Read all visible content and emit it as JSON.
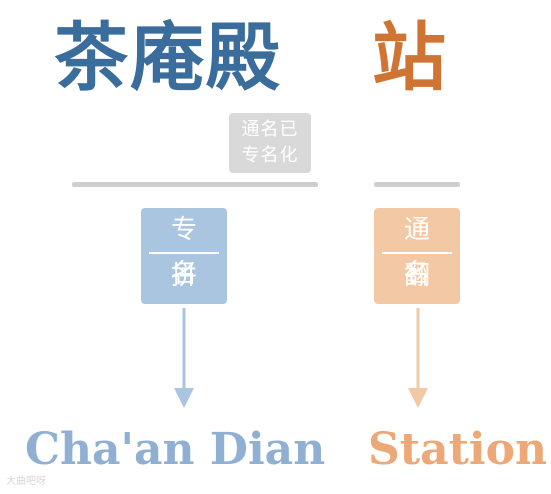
{
  "colors": {
    "blue_dark": "#3a6c9c",
    "blue_light": "#a9c5e0",
    "blue_text": "#8fb0d2",
    "orange_dark": "#cf7433",
    "orange_light": "#f3c8a4",
    "orange_text": "#eca877",
    "gray_badge": "#d9d9d9",
    "gray_rule": "#cfcfcf"
  },
  "title": {
    "proper_name": "茶庵殿",
    "generic_name": "站"
  },
  "gray_badge": {
    "line1": "通名已",
    "line2": "专名化"
  },
  "left_step": {
    "line1": "专名",
    "line2": "拼写"
  },
  "right_step": {
    "line1": "通名",
    "line2": "翻译"
  },
  "result": {
    "romanized": "Cha'an Dian",
    "translated": "Station"
  },
  "watermark": "大曲吧呀"
}
